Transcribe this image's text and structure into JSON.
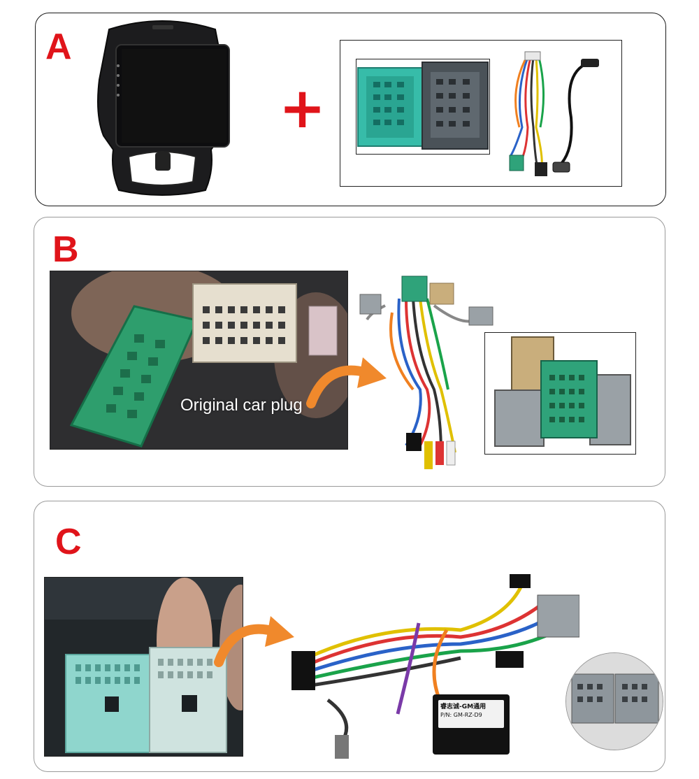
{
  "panels": {
    "a": {
      "letter": "A"
    },
    "b": {
      "letter": "B",
      "caption": "Original car plug"
    },
    "c": {
      "letter": "C",
      "box_title": "睿志诚-GM通用",
      "box_pn": "P/N: GM-RZ-D9"
    }
  },
  "colors": {
    "accent": "#e0141a",
    "connector_green": "#2fa37a",
    "connector_teal": "#3fc1b0",
    "connector_beige": "#c9ae7c",
    "connector_gray": "#8e969c",
    "arrow_orange": "#f0892c"
  },
  "icons": [
    "plus-icon",
    "curved-arrow-icon"
  ]
}
